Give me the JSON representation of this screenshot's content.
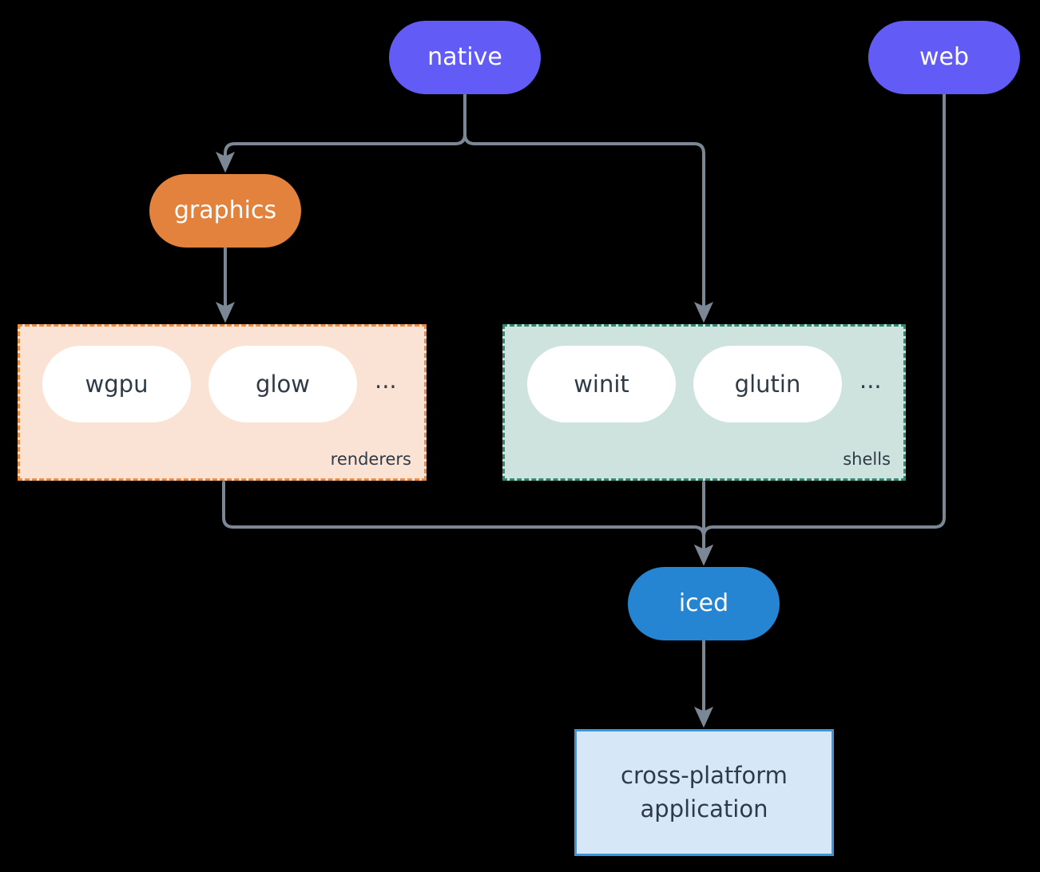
{
  "diagram": {
    "type": "architecture-flowchart",
    "background_color": "#000000",
    "connector_color": "#7b8794",
    "nodes": {
      "native": {
        "label": "native",
        "shape": "pill",
        "color": "#625bf6",
        "text_color": "#ffffff"
      },
      "web": {
        "label": "web",
        "shape": "pill",
        "color": "#625bf6",
        "text_color": "#ffffff"
      },
      "graphics": {
        "label": "graphics",
        "shape": "pill",
        "color": "#e3823c",
        "text_color": "#ffffff"
      },
      "iced": {
        "label": "iced",
        "shape": "pill",
        "color": "#2585d3",
        "text_color": "#ffffff"
      },
      "application": {
        "line1": "cross-platform",
        "line2": "application",
        "shape": "rectangle",
        "color": "#d6e8f7",
        "border_color": "#3b95db",
        "text_color": "#2e3b47"
      }
    },
    "groups": {
      "renderers": {
        "caption": "renderers",
        "fill": "#fae3d4",
        "border_color": "#ef8b3f",
        "border_style": "dashed",
        "items": [
          {
            "label": "wgpu"
          },
          {
            "label": "glow"
          }
        ],
        "more": "..."
      },
      "shells": {
        "caption": "shells",
        "fill": "#cfe3de",
        "border_color": "#2f8a72",
        "border_style": "dashed",
        "items": [
          {
            "label": "winit"
          },
          {
            "label": "glutin"
          }
        ],
        "more": "..."
      }
    },
    "edges": [
      {
        "from": "native",
        "to": "graphics",
        "arrow": true
      },
      {
        "from": "native",
        "to": "shells",
        "arrow": true
      },
      {
        "from": "graphics",
        "to": "renderers",
        "arrow": true
      },
      {
        "from": "renderers",
        "to": "iced",
        "arrow": true
      },
      {
        "from": "shells",
        "to": "iced",
        "arrow": true
      },
      {
        "from": "web",
        "to": "iced",
        "arrow": true
      },
      {
        "from": "iced",
        "to": "application",
        "arrow": true
      }
    ]
  }
}
